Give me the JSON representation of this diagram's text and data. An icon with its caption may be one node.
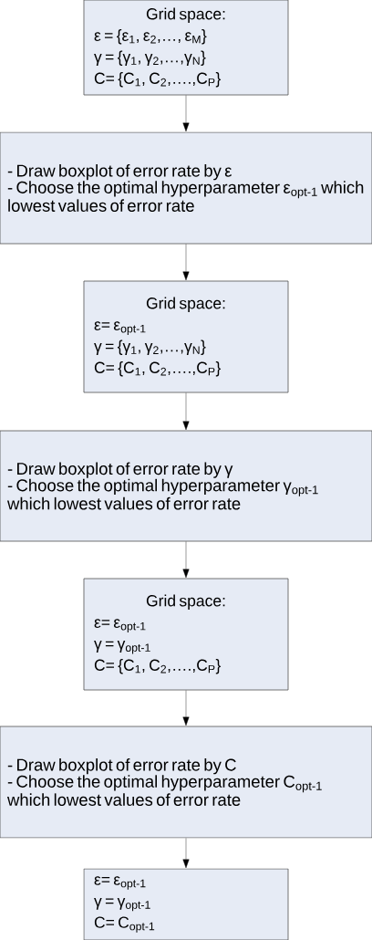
{
  "diagram": {
    "nodes": [
      {
        "text": [
          "Grid space:",
          "ε = {ε$_{1}$, ε$_{2}$,…, ε$_{M}$}",
          "γ = {γ$_{1}$, γ$_{2}$,…,γ$_{N}$}",
          "C= {C$_{1}$, C$_{2}$,….,C$_{P}$}"
        ]
      },
      {
        "text": [
          "- Draw boxplot of error rate by ε",
          "- Choose the optimal hyperparameter ε$_{opt-1}$ which lowest values of error rate"
        ]
      },
      {
        "text": [
          "Grid space:",
          "ε= ε$_{opt-1}$",
          "γ = {γ$_{1}$, γ$_{2}$,…,γ$_{N}$}",
          "C= {C$_{1}$, C$_{2}$,….,C$_{P}$}"
        ]
      },
      {
        "text": [
          "- Draw boxplot of error rate by γ",
          "- Choose the optimal hyperparameter γ$_{opt-1}$ which lowest values of error rate"
        ]
      },
      {
        "text": [
          "Grid space:",
          "ε= ε$_{opt-1}$",
          "γ = γ$_{opt-1}$",
          "C= {C$_{1}$, C$_{2}$,….,C$_{P}$}"
        ]
      },
      {
        "text": [
          "- Draw boxplot of error rate by C",
          "- Choose the optimal hyperparameter C$_{opt-1}$ which lowest values of error rate"
        ]
      },
      {
        "text": [
          "ε= ε$_{opt-1}$",
          "γ = γ$_{opt-1}$",
          "C= C$_{opt-1}$"
        ]
      }
    ],
    "edges": [
      {
        "from": 0,
        "to": 1,
        "arrow": "to"
      },
      {
        "from": 1,
        "to": 2,
        "arrow": "to"
      },
      {
        "from": 2,
        "to": 3,
        "arrow": "to"
      },
      {
        "from": 3,
        "to": 4,
        "arrow": "to"
      },
      {
        "from": 4,
        "to": 5,
        "arrow": "to"
      },
      {
        "from": 5,
        "to": 6,
        "arrow": "to"
      }
    ]
  }
}
